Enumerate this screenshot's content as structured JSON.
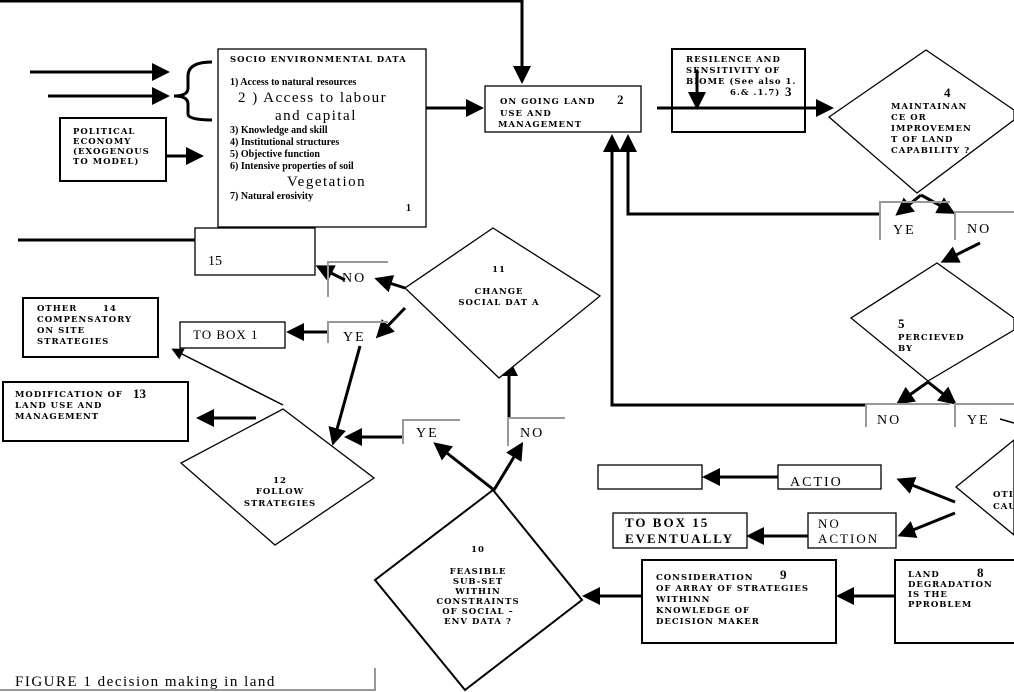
{
  "box1": {
    "title": "SOCIO ENVIRONMENTAL DATA",
    "items": [
      "1) Access to natural resources",
      "2 ) Access to labour",
      "and capital",
      "3) Knowledge and skill",
      "4) Institutional structures",
      "5) Objective function",
      "6) Intensive properties of soil",
      "Vegetation",
      "7) Natural erosivity"
    ],
    "number": "1"
  },
  "political": {
    "lines": [
      "POLITICAL",
      "ECONOMY",
      "(EXOGENOUS",
      "TO MODEL)"
    ]
  },
  "box2": {
    "lines": [
      "ON GOING LAND",
      "USE AND",
      "MANAGEMENT"
    ],
    "number": "2"
  },
  "box3": {
    "lines": [
      "RESILENCE AND",
      "SENSITIVITY OF",
      "BIOME (See also 1.",
      "6.& .1.7)"
    ],
    "number": "3"
  },
  "diamond4": {
    "number": "4",
    "lines": [
      "MAINTAINAN",
      "CE OR",
      "IMPROVEMEN",
      "T OF LAND",
      "CAPABILITY ?"
    ]
  },
  "diamond5": {
    "number": "5",
    "lines": [
      "PERCIEVED",
      "BY"
    ]
  },
  "diamond7": {
    "lines": [
      "OTI",
      "CAU"
    ]
  },
  "box8": {
    "lines": [
      "LAND",
      "DEGRADATION",
      "IS THE",
      "PPROBLEM"
    ],
    "number": "8"
  },
  "box9": {
    "lines": [
      "CONSIDERATION",
      "OF ARRAY OF STRATEGIES",
      "WITHINN",
      "KNOWLEDGE OF",
      "DECISION MAKER"
    ],
    "number": "9"
  },
  "diamond10": {
    "number": "10",
    "lines": [
      "FEASIBLE",
      "SUB-SET",
      "WITHIN",
      "CONSTRAINTS",
      "OF SOCIAL –",
      "ENV DATA ?"
    ]
  },
  "diamond11": {
    "number": "11",
    "lines": [
      "CHANGE",
      "SOCIAL DAT A"
    ]
  },
  "diamond12": {
    "number": "12",
    "lines": [
      "FOLLOW",
      "STRATEGIES"
    ]
  },
  "box13": {
    "lines": [
      "MODIFICATION OF",
      "LAND USE AND",
      "MANAGEMENT"
    ],
    "number": "13"
  },
  "box14": {
    "lines": [
      "OTHER",
      "COMPENSATORY",
      "ON SITE",
      "STRATEGIES"
    ],
    "number": "14"
  },
  "box15": {
    "number": "15"
  },
  "labels": {
    "yes4": "YE",
    "no4": "NO",
    "no5": "NO",
    "yes5": "YE",
    "no11": "NO",
    "yes11": "YE",
    "yes10": "YE",
    "no10": "NO",
    "to_box1": "TO BOX  1",
    "action": "ACTIO",
    "no_action": [
      "NO",
      "ACTION"
    ],
    "to_box15": [
      "TO BOX 15",
      "EVENTUALLY"
    ]
  },
  "caption": "FIGURE 1 decision making in land"
}
